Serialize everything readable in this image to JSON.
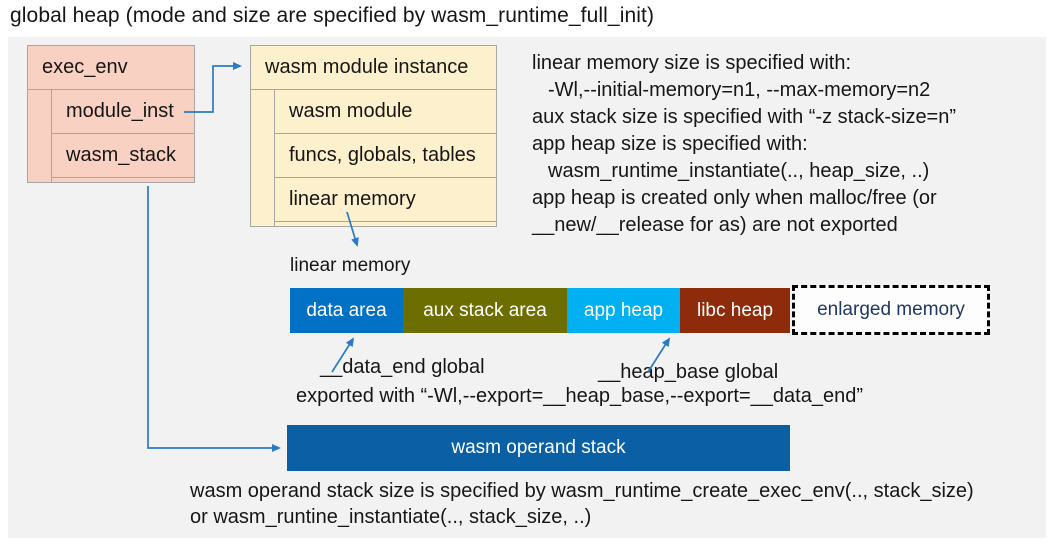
{
  "title": "global heap (mode and size are specified by wasm_runtime_full_init)",
  "exec_env": {
    "header": "exec_env",
    "rows": [
      "module_inst",
      "wasm_stack"
    ]
  },
  "module_instance": {
    "header": "wasm module instance",
    "rows": [
      "wasm module",
      "funcs, globals, tables",
      "linear memory"
    ]
  },
  "notes": {
    "lines": [
      "linear memory size is specified with:",
      "-Wl,--initial-memory=n1, --max-memory=n2",
      "aux stack size is specified with “-z stack-size=n”",
      "app heap size is specified with:",
      "wasm_runtime_instantiate(.., heap_size, ..)",
      "app heap is created only when malloc/free (or",
      "__new/__release for as) are not exported"
    ]
  },
  "linear_memory": {
    "label": "linear memory",
    "segments": [
      {
        "label": "data area",
        "color": "#0071c5"
      },
      {
        "label": "aux stack area",
        "color": "#6c6e00"
      },
      {
        "label": "app heap",
        "color": "#00b0f0"
      },
      {
        "label": "libc heap",
        "color": "#8e2b0b"
      }
    ],
    "enlarged_label": "enlarged memory",
    "enlarged_text_color": "#1f3864"
  },
  "annotations": {
    "data_end": "__data_end global",
    "heap_base": "__heap_base global",
    "export_line": "exported with “-Wl,--export=__heap_base,--export=__data_end”"
  },
  "operand_stack": {
    "label": "wasm operand stack",
    "color": "#0a5fa5",
    "note_line1": "wasm operand stack size is specified by wasm_runtime_create_exec_env(.., stack_size)",
    "note_line2": "or wasm_runtine_instantiate(.., stack_size, ..)"
  },
  "colors": {
    "panel_bg": "#f2f2f2",
    "struct_pink": "#f9d1c2",
    "struct_cream": "#fdf0cd",
    "arrow_blue": "#2b7bc4"
  }
}
